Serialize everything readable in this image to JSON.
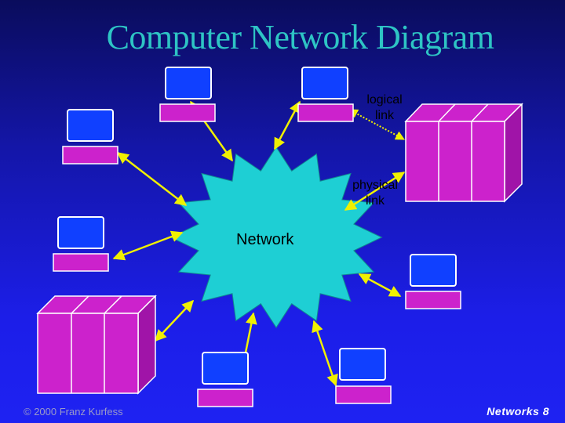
{
  "slide": {
    "title": "Computer Network Diagram",
    "footer_left": "© 2000 Franz Kurfess",
    "footer_right": "Networks 8"
  },
  "diagram": {
    "center_label": "Network",
    "logical_link_label": "logical link",
    "physical_link_label": "physical link",
    "nodes": [
      "computer",
      "computer",
      "computer",
      "server",
      "computer",
      "computer",
      "computer",
      "computer",
      "server"
    ]
  },
  "colors": {
    "background_top": "#0a0c5c",
    "background_bottom": "#1e22f2",
    "title": "#2ec4c4",
    "network_cloud": "#1ecfd4",
    "monitor": "#1040ff",
    "device_body": "#cc22cc",
    "link": "#f0f000",
    "footer_left": "#9a9ac8",
    "footer_right": "#ffffff"
  }
}
